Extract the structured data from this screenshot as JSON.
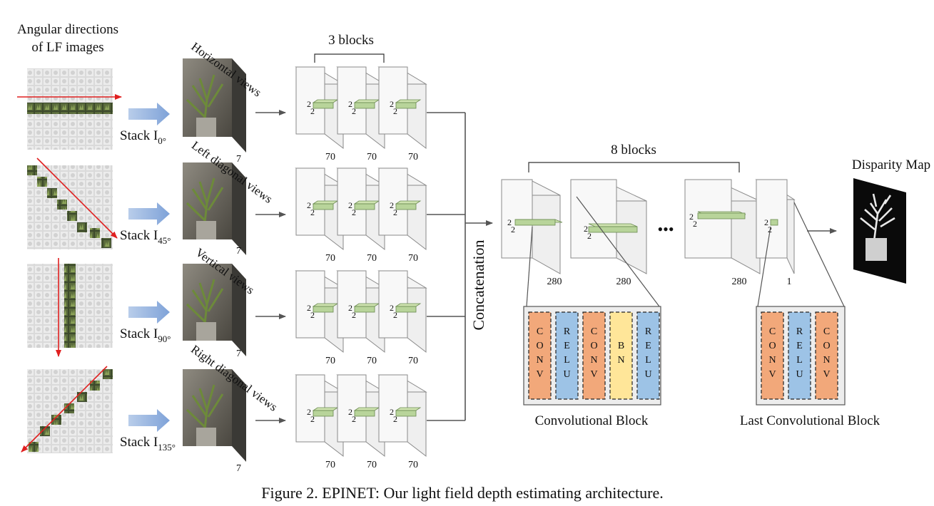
{
  "title_left": [
    "Angular directions",
    "of LF images"
  ],
  "streams": [
    {
      "stack_label": "Stack I",
      "stack_sub": "0°",
      "view_label": "Horizontal views",
      "depth": "7",
      "channels": [
        "70",
        "70",
        "70"
      ],
      "kernel": "2"
    },
    {
      "stack_label": "Stack I",
      "stack_sub": "45°",
      "view_label": "Left diagonal views",
      "depth": "7",
      "channels": [
        "70",
        "70",
        "70"
      ],
      "kernel": "2"
    },
    {
      "stack_label": "Stack I",
      "stack_sub": "90°",
      "view_label": "Vertical views",
      "depth": "7",
      "channels": [
        "70",
        "70",
        "70"
      ],
      "kernel": "2"
    },
    {
      "stack_label": "Stack I",
      "stack_sub": "135°",
      "view_label": "Right diagonal views",
      "depth": "7",
      "channels": [
        "70",
        "70",
        "70"
      ],
      "kernel": "2"
    }
  ],
  "three_blocks": "3 blocks",
  "concatenation": "Concatenation",
  "eight_blocks": "8 blocks",
  "merged_channels": [
    "280",
    "280",
    "280",
    "1"
  ],
  "ellipsis": "•••",
  "disparity_map": "Disparity Map",
  "conv_block": {
    "label": "Convolutional Block",
    "layers": [
      "CONV",
      "RELU",
      "CONV",
      "BN",
      "RELU"
    ]
  },
  "last_conv_block": {
    "label": "Last Convolutional Block",
    "layers": [
      "CONV",
      "RELU",
      "CONV"
    ]
  },
  "layer_colors": {
    "CONV": "#f2a87a",
    "RELU": "#9dc3e6",
    "BN": "#ffe699"
  },
  "caption": "Figure 2. EPINET: Our light field depth estimating architecture."
}
